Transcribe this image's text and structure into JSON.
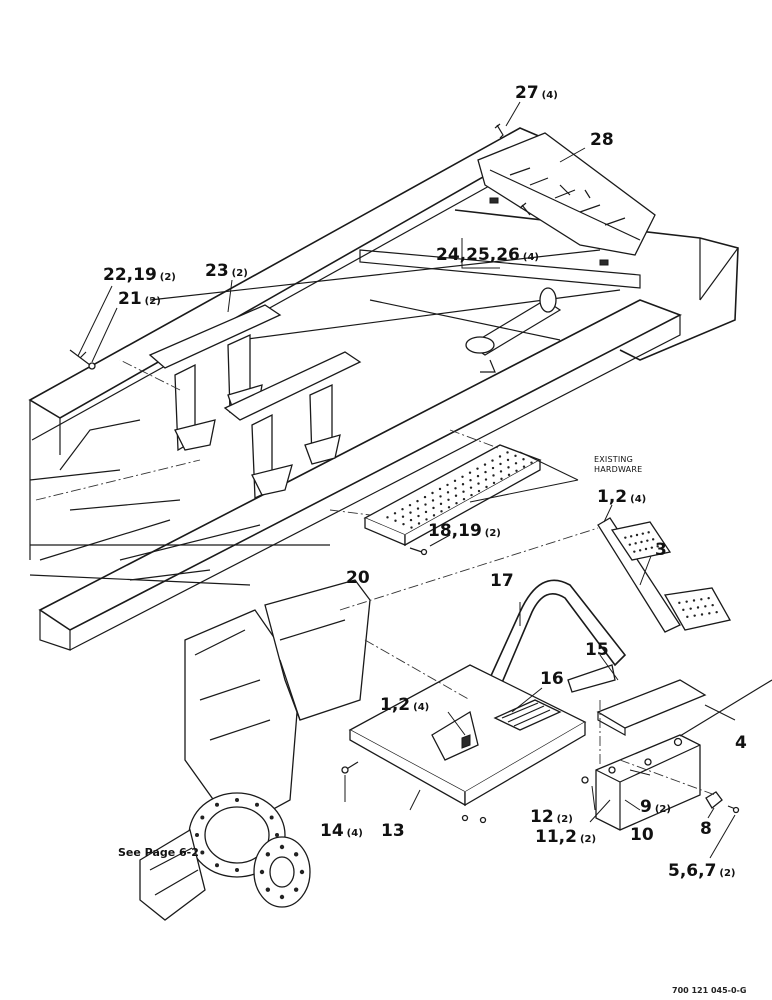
{
  "labels": {
    "l27": {
      "num": "27",
      "qty": "(4)"
    },
    "l28": {
      "num": "28"
    },
    "l24": {
      "num": "24,25,26",
      "qty": "(4)"
    },
    "l22": {
      "num": "22,19",
      "qty": "(2)"
    },
    "l23": {
      "num": "23",
      "qty": "(2)"
    },
    "l21": {
      "num": "21",
      "qty": "(2)"
    },
    "existing_line1": "EXISTING",
    "existing_line2": "HARDWARE",
    "l1a": {
      "num": "1,2",
      "qty": "(4)"
    },
    "l3": {
      "num": "3"
    },
    "l18": {
      "num": "18,19",
      "qty": "(2)"
    },
    "l20": {
      "num": "20"
    },
    "l17": {
      "num": "17"
    },
    "l15": {
      "num": "15"
    },
    "l16": {
      "num": "16"
    },
    "l1b": {
      "num": "1,2",
      "qty": "(4)"
    },
    "l4": {
      "num": "4"
    },
    "l12": {
      "num": "12",
      "qty": "(2)"
    },
    "l9": {
      "num": "9",
      "qty": "(2)"
    },
    "l14": {
      "num": "14",
      "qty": "(4)"
    },
    "l13": {
      "num": "13"
    },
    "l11": {
      "num": "11,2",
      "qty": "(2)"
    },
    "l10": {
      "num": "10"
    },
    "l8": {
      "num": "8"
    },
    "l5": {
      "num": "5,6,7",
      "qty": "(2)"
    }
  },
  "see_page": "See Page 6-2",
  "drawing_number": "700 121 045-0-G"
}
